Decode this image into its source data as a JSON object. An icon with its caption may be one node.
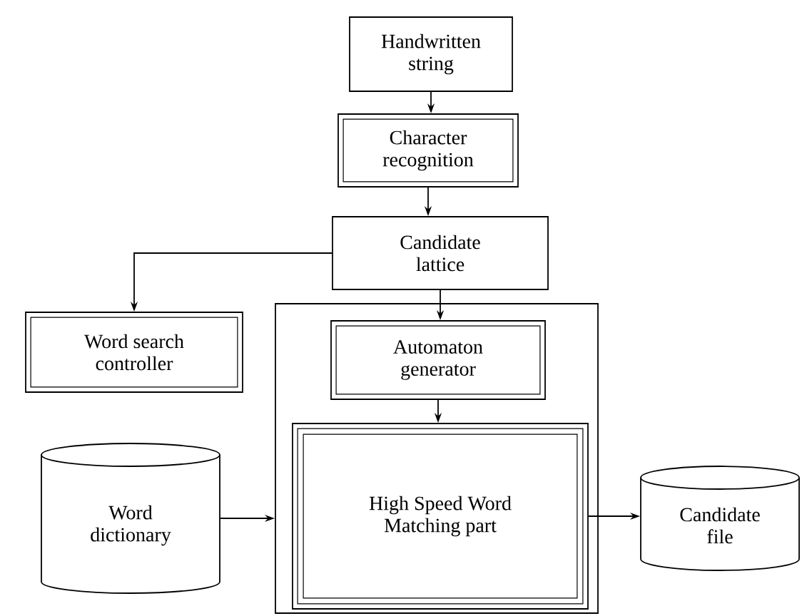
{
  "diagram": {
    "nodes": [
      {
        "text": [
          "Handwritten string"
        ]
      },
      {
        "text": [
          "Character recognition"
        ]
      },
      {
        "text": [
          "Candidate lattice"
        ]
      },
      {
        "text": [
          "Word search controller"
        ]
      },
      {
        "text": [
          "Word dictionary"
        ]
      },
      {
        "text": [],
        "shape": "box"
      },
      {
        "text": [
          "Automaton generator"
        ],
        "in": 5
      },
      {
        "text": [
          "High Speed Word Matching part"
        ],
        "in": 5
      },
      {
        "text": [
          "Candidate file"
        ]
      }
    ],
    "edges": [
      {
        "from": 0,
        "to": 1,
        "arrow": "to"
      },
      {
        "from": 1,
        "to": 2,
        "arrow": "to"
      },
      {
        "from": 2,
        "to": 3,
        "arrow": "to"
      },
      {
        "from": 2,
        "to": 6,
        "arrow": "to"
      },
      {
        "from": 6,
        "to": 7,
        "arrow": "to"
      },
      {
        "from": 4,
        "to": 5,
        "arrow": "to"
      },
      {
        "from": 7,
        "to": 8,
        "arrow": "to"
      }
    ]
  }
}
